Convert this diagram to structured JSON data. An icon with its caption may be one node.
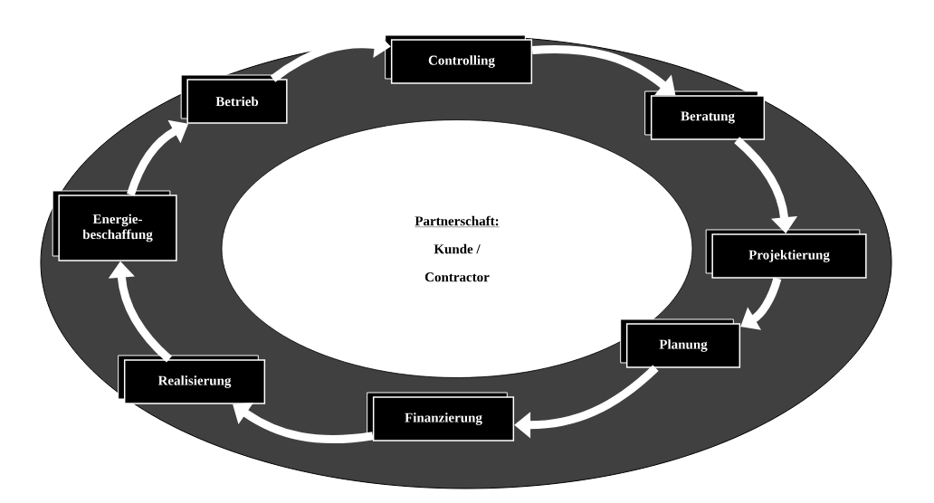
{
  "diagram": {
    "nodes": [
      {
        "text": [
          "Controlling"
        ]
      },
      {
        "text": [
          "Beratung"
        ]
      },
      {
        "text": [
          "Projektierung"
        ]
      },
      {
        "text": [
          "Planung"
        ]
      },
      {
        "text": [
          "Finanzierung"
        ]
      },
      {
        "text": [
          "Realisierung"
        ]
      },
      {
        "text": [
          "Energie- beschaffung"
        ]
      },
      {
        "text": [
          "Betrieb"
        ]
      },
      {
        "text": [
          "Partnerschaft:",
          "Kunde /",
          "Contractor"
        ]
      }
    ],
    "edges": [
      {
        "from": 0,
        "to": 1,
        "arrow": "to"
      },
      {
        "from": 1,
        "to": 2,
        "arrow": "to"
      },
      {
        "from": 2,
        "to": 3,
        "arrow": "to"
      },
      {
        "from": 3,
        "to": 4,
        "arrow": "to"
      },
      {
        "from": 4,
        "to": 5,
        "arrow": "to"
      },
      {
        "from": 5,
        "to": 6,
        "arrow": "to"
      },
      {
        "from": 6,
        "to": 7,
        "arrow": "to"
      },
      {
        "from": 7,
        "to": 0,
        "arrow": "to"
      }
    ]
  }
}
